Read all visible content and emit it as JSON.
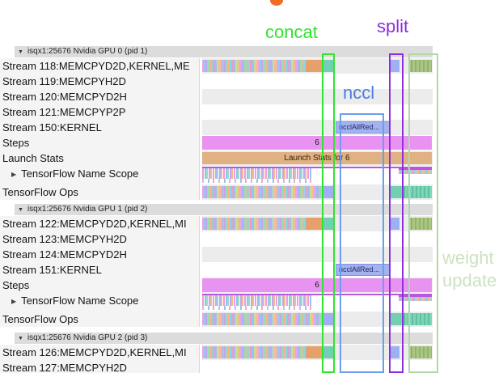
{
  "annotations": {
    "concat": {
      "label": "concat",
      "color": "#2ee42e"
    },
    "split": {
      "label": "split",
      "color": "#8c2fd9"
    },
    "nccl": {
      "label": "nccl",
      "color": "#4a7de0"
    },
    "weight_update": {
      "line1": "weight",
      "line2": "update",
      "color": "#cce2c0"
    }
  },
  "icons": {
    "section_collapse_glyph": "▼",
    "row_expand_glyph": "▶"
  },
  "colors": {
    "steps_bar": "#e893f2",
    "launch_stats_bar": "#dfb183",
    "nccl_kernel_bar": "#a4b2f0",
    "teal_event": "#72cfb2",
    "orange_event": "#e5a169",
    "blue_event": "#9db1f2",
    "olive_event": "#9cb873",
    "section_header_bg": "#dcdcdc",
    "row_shade": "#ececec",
    "concat_box": "#2ee42e",
    "split_box": "#8c2fd9",
    "nccl_box": "#6d9eeb",
    "weight_update_box": "#b2d8a8"
  },
  "sections": [
    {
      "header": "isqx1:25676 Nvidia GPU 0 (pid 1)",
      "rows": [
        {
          "label": "Stream 118:MEMCPYD2D,KERNEL,ME",
          "type": "stream-main",
          "shade": "gray"
        },
        {
          "label": "Stream 119:MEMCPYH2D",
          "type": "empty",
          "shade": "white"
        },
        {
          "label": "Stream 120:MEMCPYD2H",
          "type": "empty",
          "shade": "gray"
        },
        {
          "label": "Stream 121:MEMCPYP2P",
          "type": "empty",
          "shade": "white"
        },
        {
          "label": "Stream 150:KERNEL",
          "type": "kernel",
          "shade": "gray",
          "bar_label": "ncclAllRed..."
        },
        {
          "label": "Steps",
          "type": "steps",
          "shade": "white",
          "bar_label": "6"
        },
        {
          "label": "Launch Stats",
          "type": "launch",
          "shade": "gray",
          "bar_label": "Launch Stats for 6"
        },
        {
          "label": "TensorFlow Name Scope",
          "type": "namescope",
          "shade": "white",
          "expandable": true
        },
        {
          "label": "TensorFlow Ops",
          "type": "ops",
          "shade": "gray"
        }
      ]
    },
    {
      "header": "isqx1:25676 Nvidia GPU 1 (pid 2)",
      "rows": [
        {
          "label": "Stream 122:MEMCPYD2D,KERNEL,MI",
          "type": "stream-main",
          "shade": "gray"
        },
        {
          "label": "Stream 123:MEMCPYH2D",
          "type": "empty",
          "shade": "white"
        },
        {
          "label": "Stream 124:MEMCPYD2H",
          "type": "empty",
          "shade": "gray"
        },
        {
          "label": "Stream 151:KERNEL",
          "type": "kernel",
          "shade": "white",
          "bar_label": "ncclAllRed..."
        },
        {
          "label": "Steps",
          "type": "steps",
          "shade": "gray",
          "bar_label": "6"
        },
        {
          "label": "TensorFlow Name Scope",
          "type": "namescope",
          "shade": "white",
          "expandable": true
        },
        {
          "label": "TensorFlow Ops",
          "type": "ops",
          "shade": "gray"
        }
      ]
    },
    {
      "header": "isqx1:25676 Nvidia GPU 2 (pid 3)",
      "rows": [
        {
          "label": "Stream 126:MEMCPYD2D,KERNEL,MI",
          "type": "stream-main",
          "shade": "gray"
        },
        {
          "label": "Stream 127:MEMCPYH2D",
          "type": "empty",
          "shade": "white"
        }
      ]
    }
  ]
}
